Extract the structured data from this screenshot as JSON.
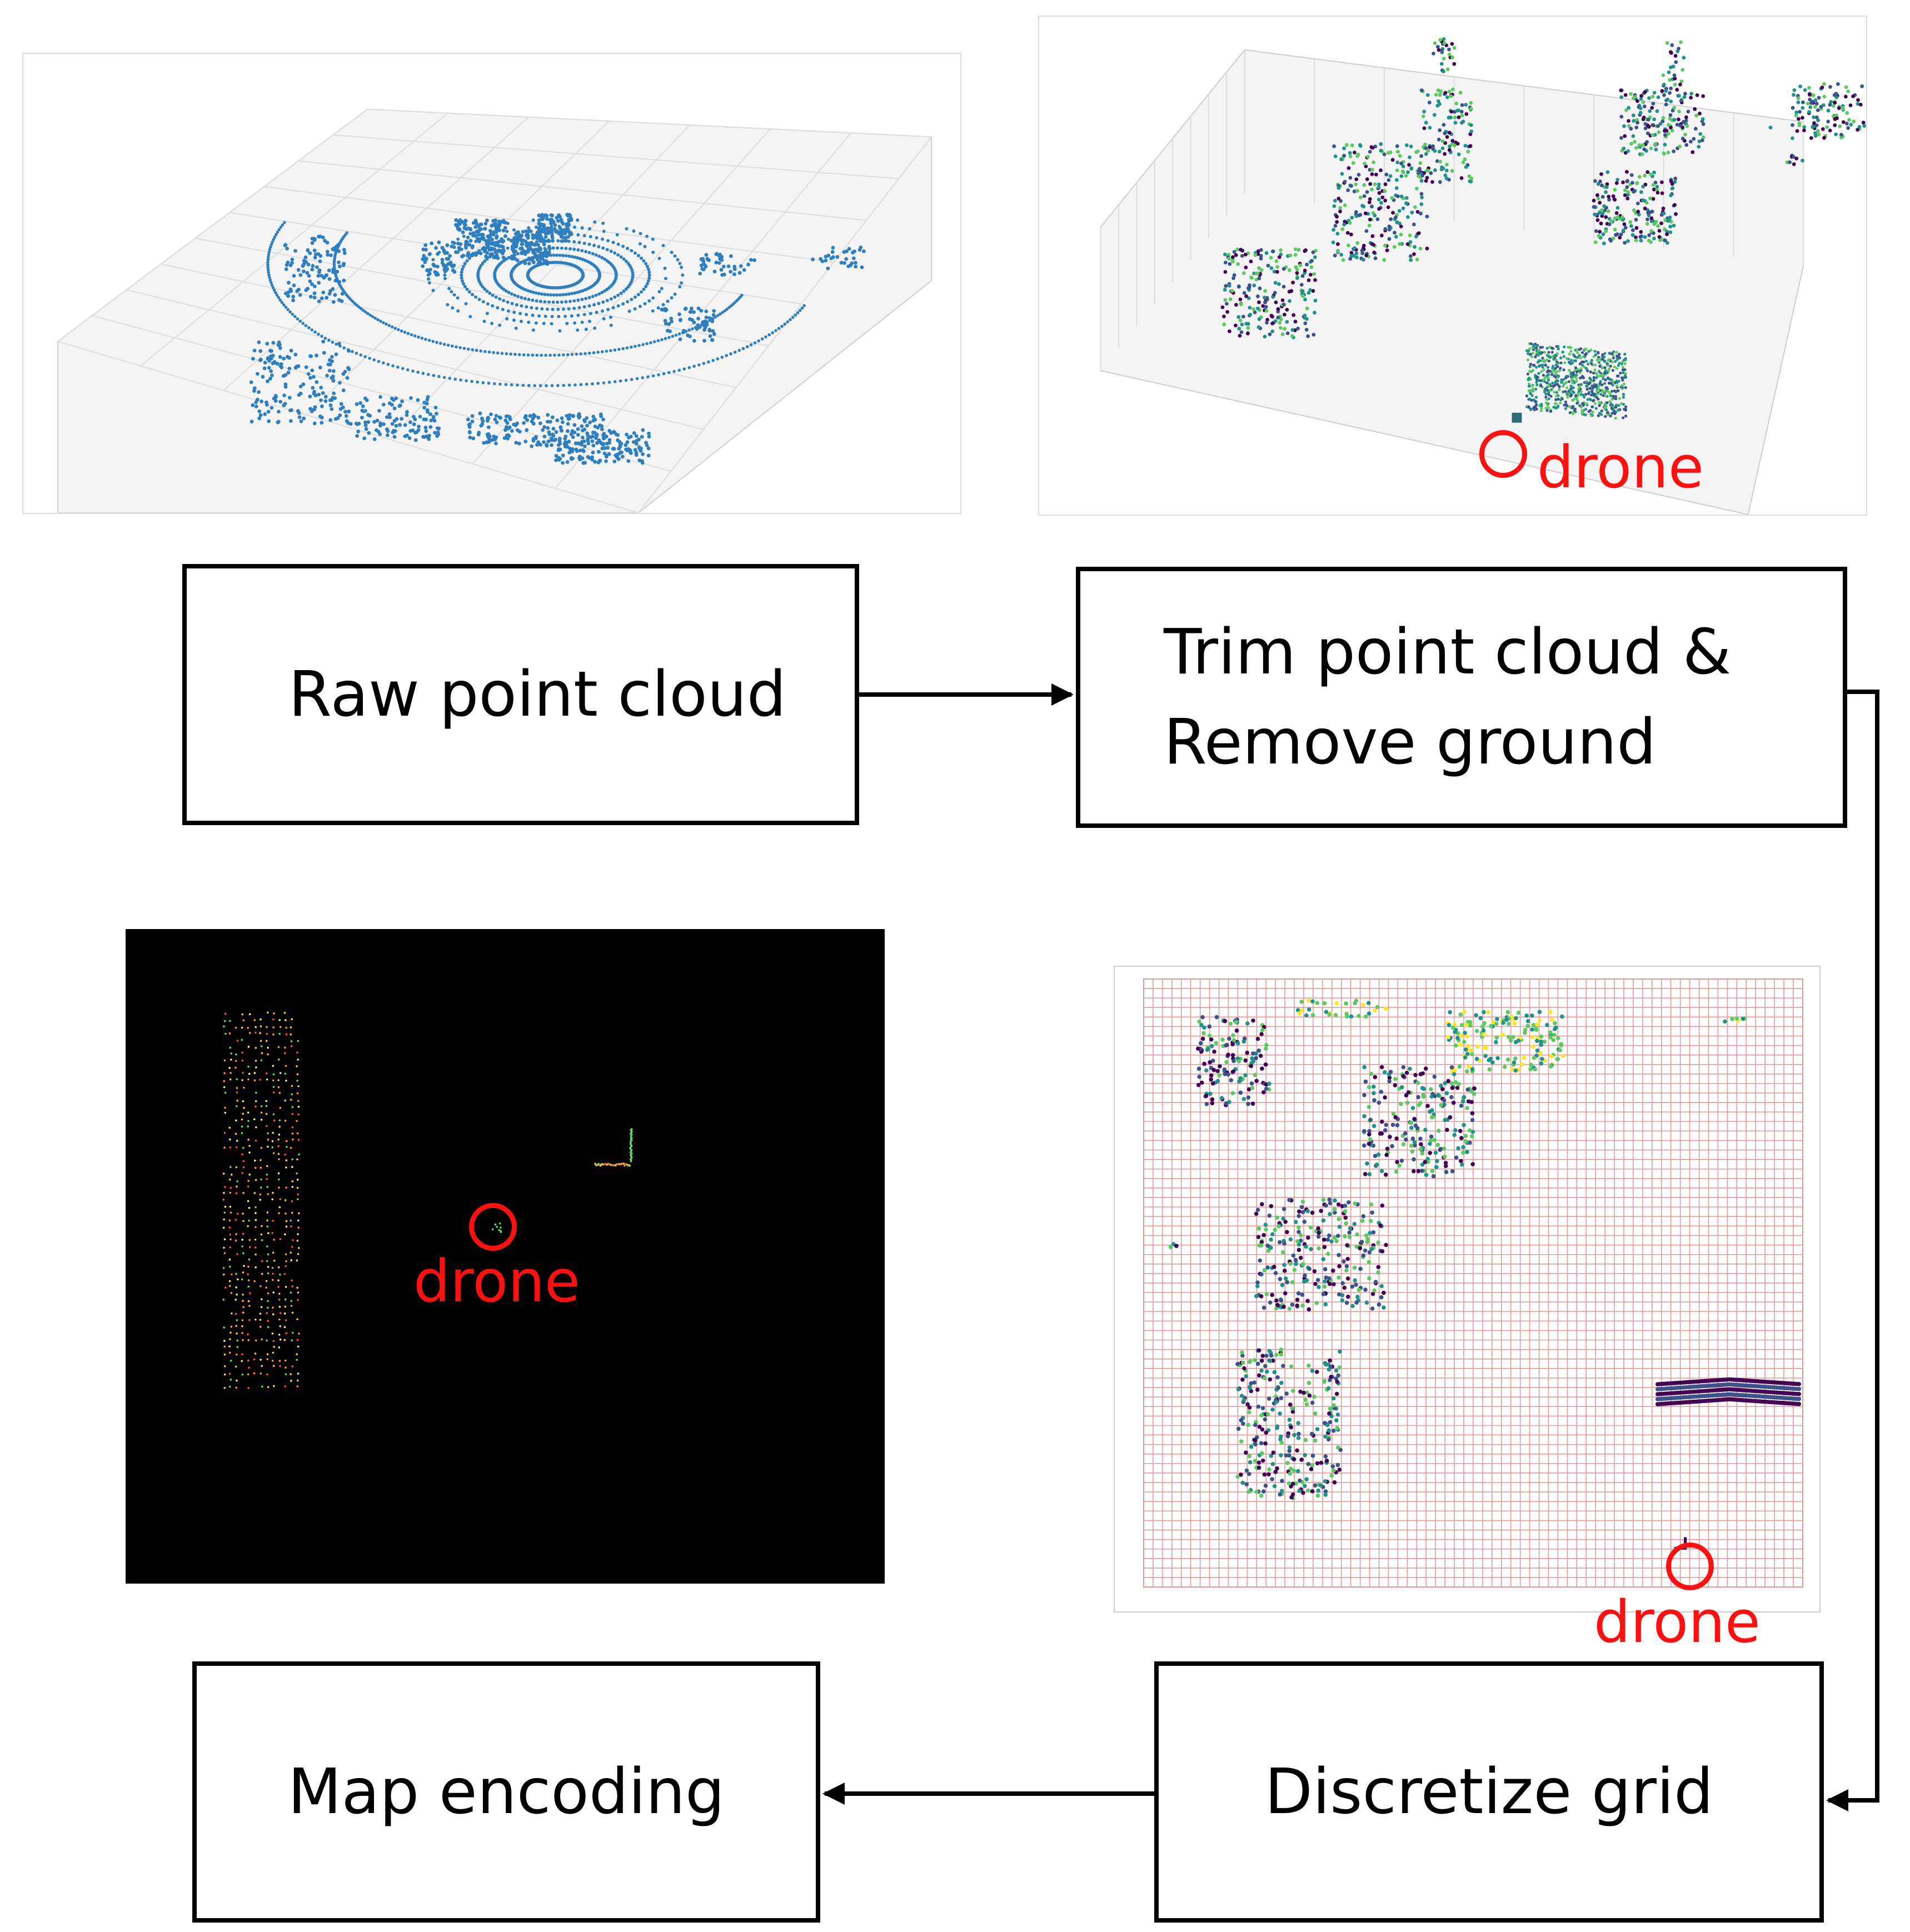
{
  "steps": {
    "raw": "Raw point cloud",
    "trim": "Trim point cloud &\nRemove ground",
    "discretize": "Discretize grid",
    "map": "Map encoding"
  },
  "annotations": {
    "drone_trim": "drone",
    "drone_encoding": "drone",
    "drone_grid": "drone"
  },
  "colors": {
    "raw_points": "#2f7fbf",
    "highlight": "#ff1010",
    "grid_lines": "#e49a9a",
    "encoding_background": "#000000",
    "viridis": [
      "#440154",
      "#3b528b",
      "#21918c",
      "#5ec962",
      "#fde725"
    ]
  }
}
